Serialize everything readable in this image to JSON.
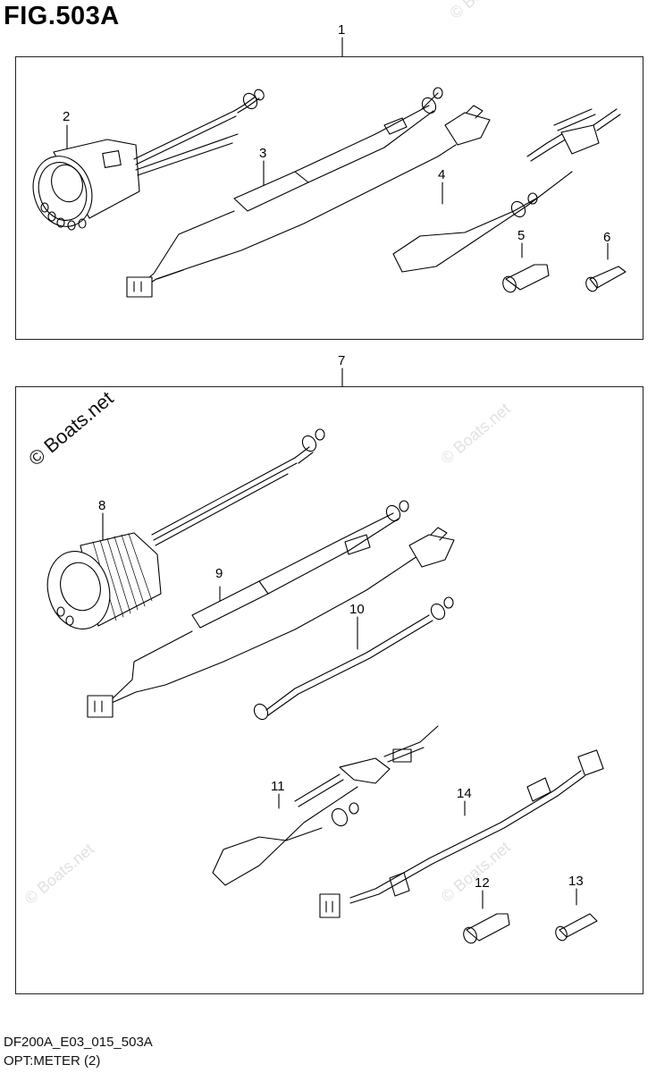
{
  "figure": {
    "title": "FIG.503A",
    "drawing_code": "DF200A_E03_015_503A",
    "drawing_name": "OPT:METER (2)"
  },
  "watermark": {
    "text": "© Boats.net"
  },
  "callouts": [
    "1",
    "2",
    "3",
    "4",
    "5",
    "6",
    "7",
    "8",
    "9",
    "10",
    "11",
    "12",
    "13",
    "14"
  ]
}
